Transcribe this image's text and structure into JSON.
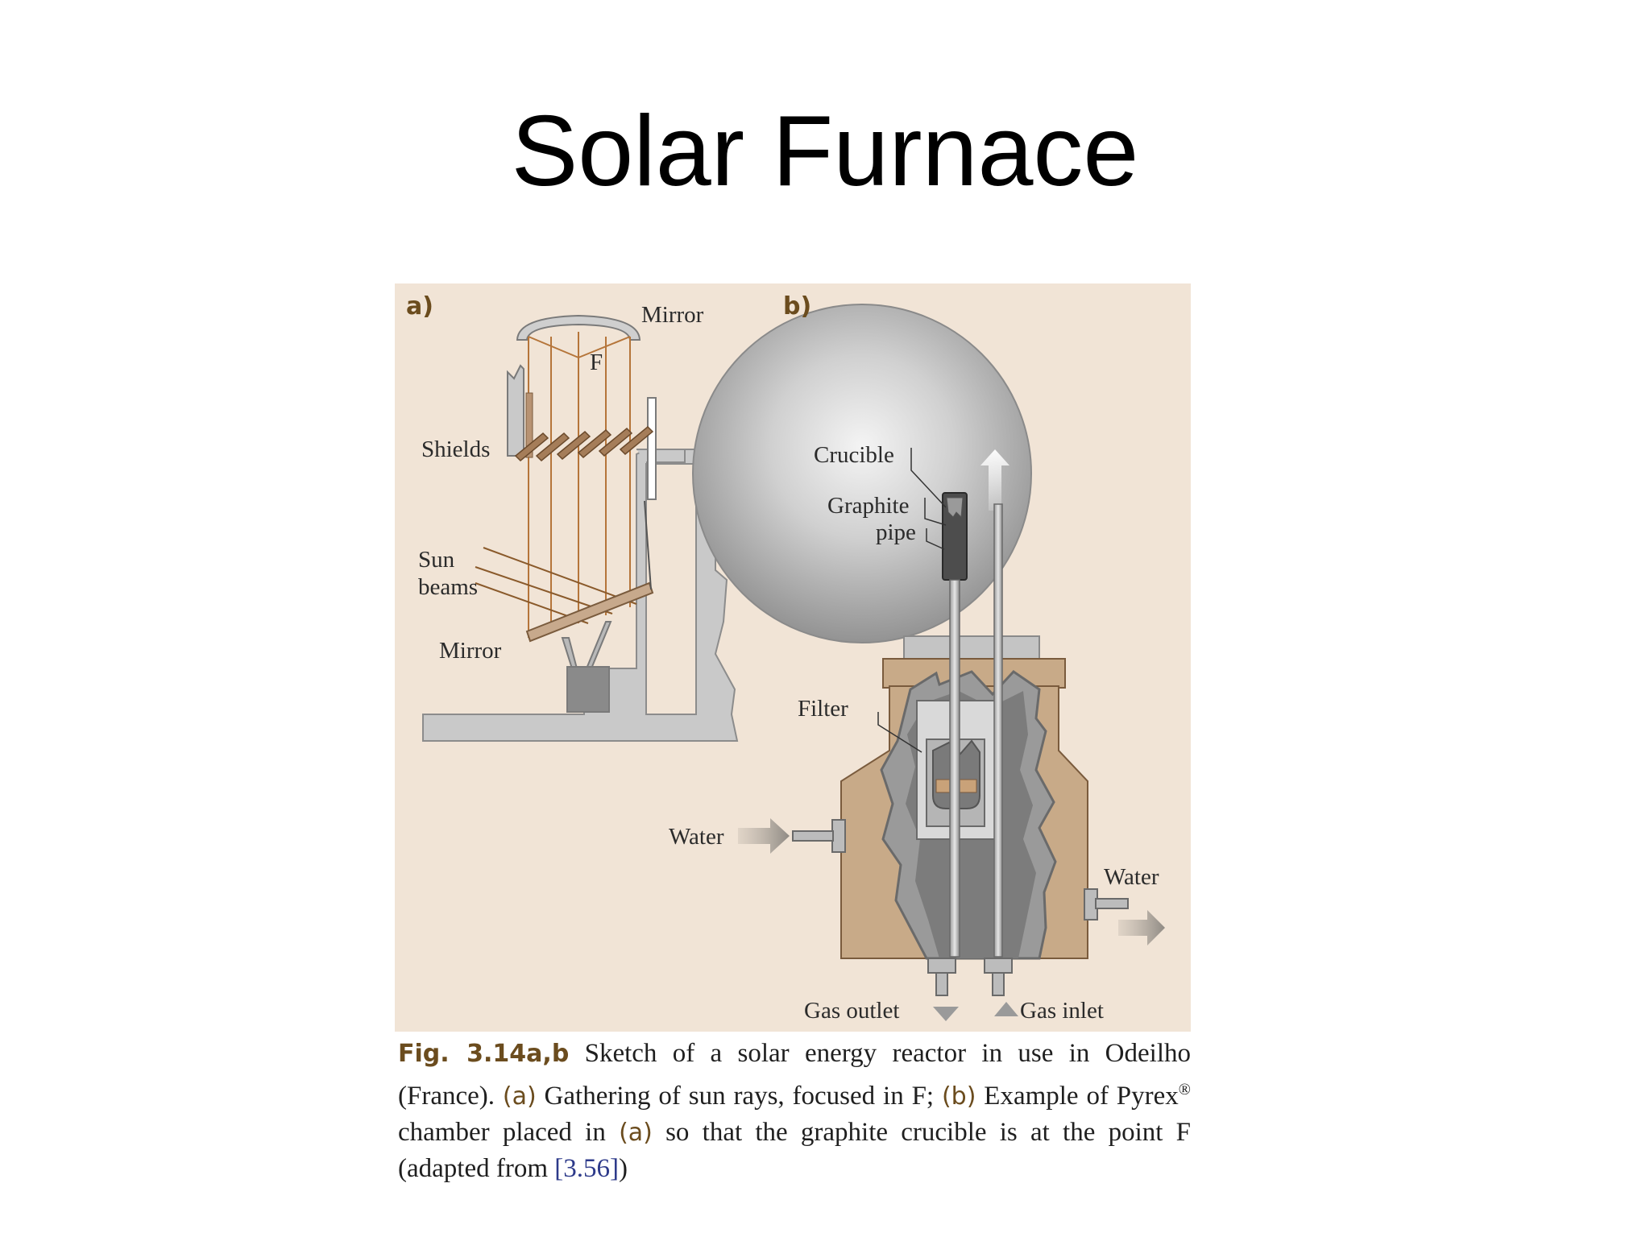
{
  "slide": {
    "title": "Solar Furnace"
  },
  "figure": {
    "panel_a": {
      "label": "a)",
      "mirror_top": "Mirror",
      "focus": "F",
      "shields": "Shields",
      "sun_beams": [
        "Sun",
        "beams"
      ],
      "mirror_bottom": "Mirror"
    },
    "panel_b": {
      "label": "b)",
      "crucible": "Crucible",
      "graphite_pipe": [
        "Graphite",
        "pipe"
      ],
      "filter": "Filter",
      "water_in": "Water",
      "water_out": "Water",
      "gas_outlet": "Gas outlet",
      "gas_inlet": "Gas inlet"
    },
    "colors": {
      "background": "#f1e4d6",
      "brown": "#a9866a",
      "gray": "#c7c7c7",
      "beam": "#b5753a",
      "caption_accent": "#6b4c1e"
    }
  },
  "caption": {
    "fig_label": "Fig. 3.14a,b",
    "part1": " Sketch of a solar energy reactor in use in Odeilho (France). ",
    "ref_a": "(a)",
    "part2": " Gathering of sun rays, focused in F; ",
    "ref_b": "(b)",
    "part3": " Example of Pyrex",
    "registered": "®",
    "part4": " chamber placed in ",
    "ref_a2": "(a)",
    "part5": " so that the graphite crucible is at the point F (adapted from ",
    "citation": "[3.56]",
    "part6": ")"
  }
}
